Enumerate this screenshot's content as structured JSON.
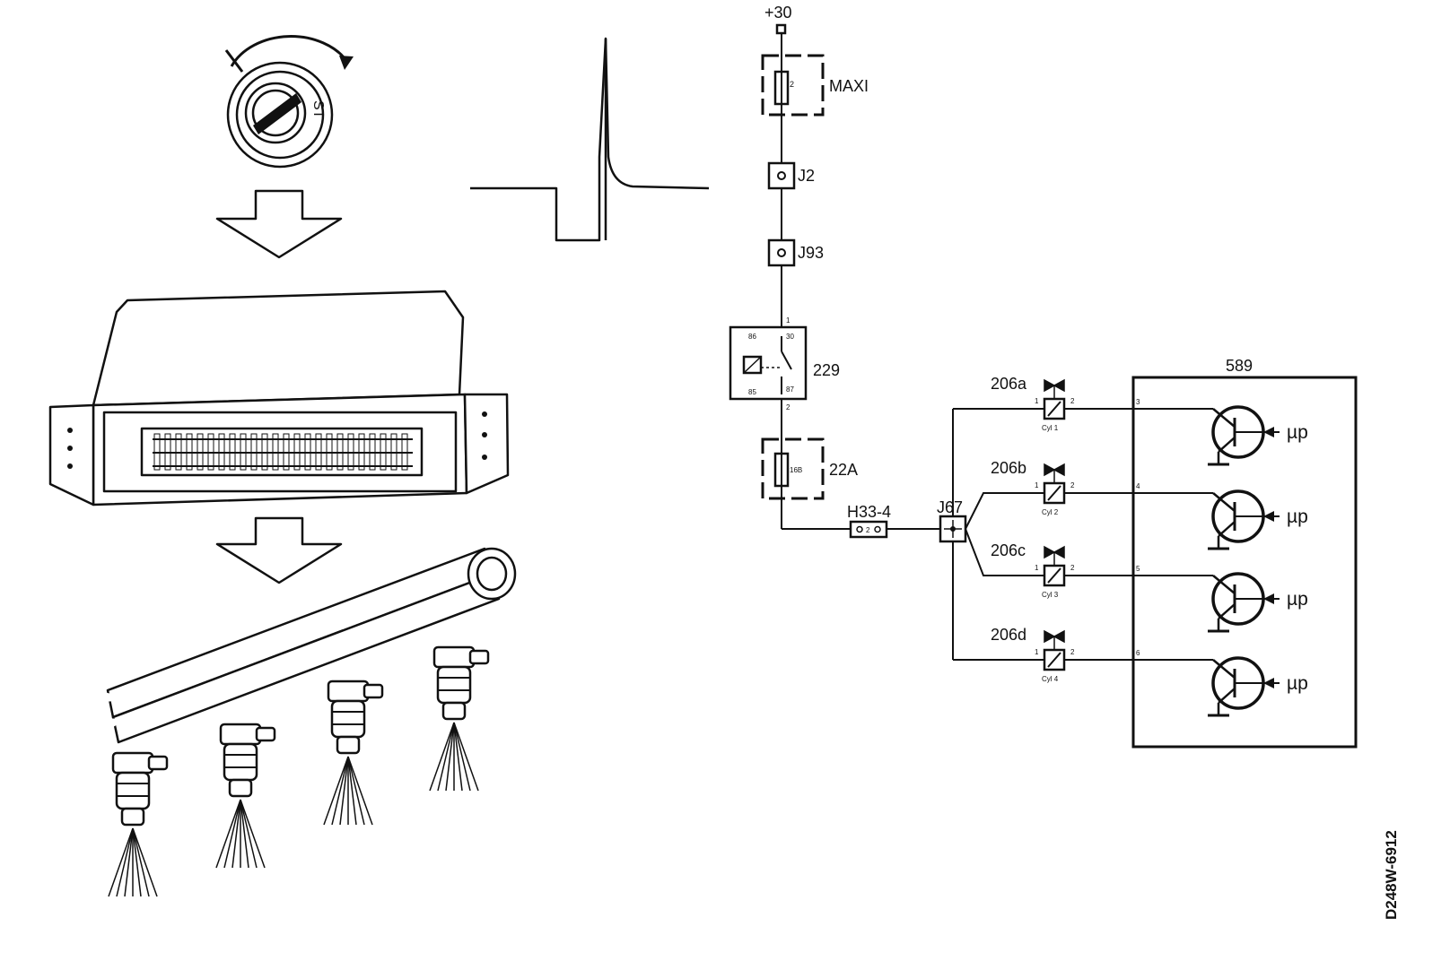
{
  "supply": {
    "label": "+30"
  },
  "fuse_maxi": {
    "label": "MAXI",
    "pin": "2"
  },
  "connectors": {
    "j2": "J2",
    "j93": "J93",
    "h33": "H33-4",
    "h33_pin": "2",
    "j67": "J67"
  },
  "relay": {
    "label": "229",
    "pins": {
      "p86": "86",
      "p30": "30",
      "p85": "85",
      "p87": "87",
      "top": "1",
      "bottom": "2"
    }
  },
  "fuse_22a": {
    "label": "22A",
    "rating": "16B"
  },
  "injectors": [
    {
      "label": "206a",
      "pin1": "1",
      "pin2": "2",
      "cyl": "Cyl 1",
      "ecu_pin": "3"
    },
    {
      "label": "206b",
      "pin1": "1",
      "pin2": "2",
      "cyl": "Cyl 2",
      "ecu_pin": "4"
    },
    {
      "label": "206c",
      "pin1": "1",
      "pin2": "2",
      "cyl": "Cyl 3",
      "ecu_pin": "5"
    },
    {
      "label": "206d",
      "pin1": "1",
      "pin2": "2",
      "cyl": "Cyl 4",
      "ecu_pin": "6"
    }
  ],
  "ecu": {
    "label": "589",
    "driver_labels": [
      "µp",
      "µp",
      "µp",
      "µp"
    ]
  },
  "ignition": {
    "label": "ST"
  },
  "figure_id": "D248W-6912"
}
